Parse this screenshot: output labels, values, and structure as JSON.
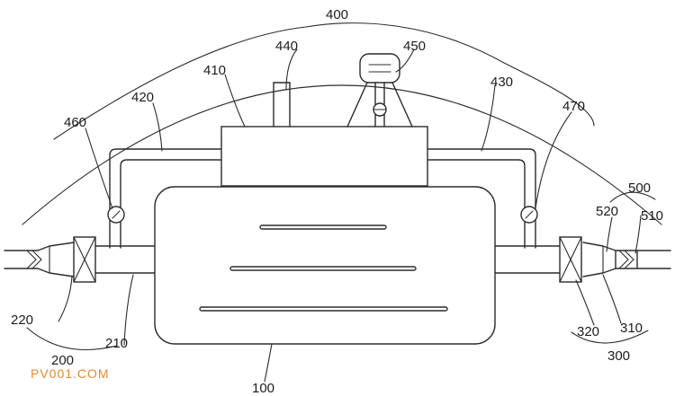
{
  "labels": {
    "l400": "400",
    "l440": "440",
    "l450": "450",
    "l410": "410",
    "l430": "430",
    "l420": "420",
    "l460": "460",
    "l470": "470",
    "l500": "500",
    "l520": "520",
    "l510": "510",
    "l220": "220",
    "l210": "210",
    "l200": "200",
    "l320": "320",
    "l310": "310",
    "l300": "300",
    "l100": "100"
  },
  "watermark": "PV001.COM",
  "colors": {
    "watermark": "#e58a2f",
    "line": "#2b2b2b"
  }
}
